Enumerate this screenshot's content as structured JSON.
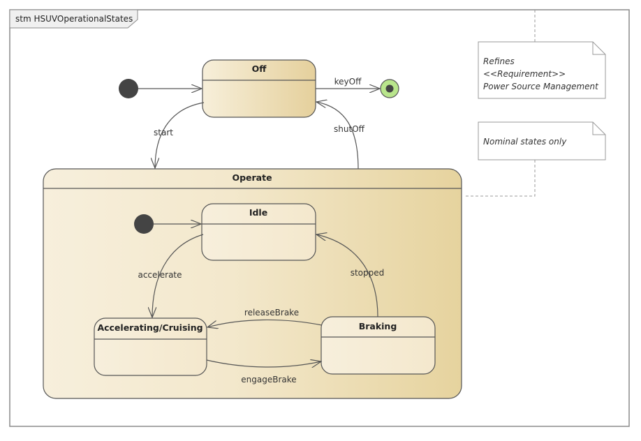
{
  "diagram": {
    "frame_label": "stm HSUVOperationalStates"
  },
  "states": {
    "off": "Off",
    "operate": "Operate",
    "idle": "Idle",
    "accelerating": "Accelerating/Cruising",
    "braking": "Braking"
  },
  "transitions": {
    "key_off": "keyOff",
    "start": "start",
    "shut_off": "shutOff",
    "accelerate": "accelerate",
    "stopped": "stopped",
    "release_brake": "releaseBrake",
    "engage_brake": "engageBrake"
  },
  "notes": {
    "refines": {
      "line1": "Refines",
      "line2": "<<Requirement>>",
      "line3": "Power Source Management"
    },
    "nominal": "Nominal states only"
  },
  "colors": {
    "state_fill_light": "#f6edd8",
    "state_fill_dark": "#e6d39f",
    "stroke": "#555555",
    "final_fill": "#b9e58c"
  }
}
